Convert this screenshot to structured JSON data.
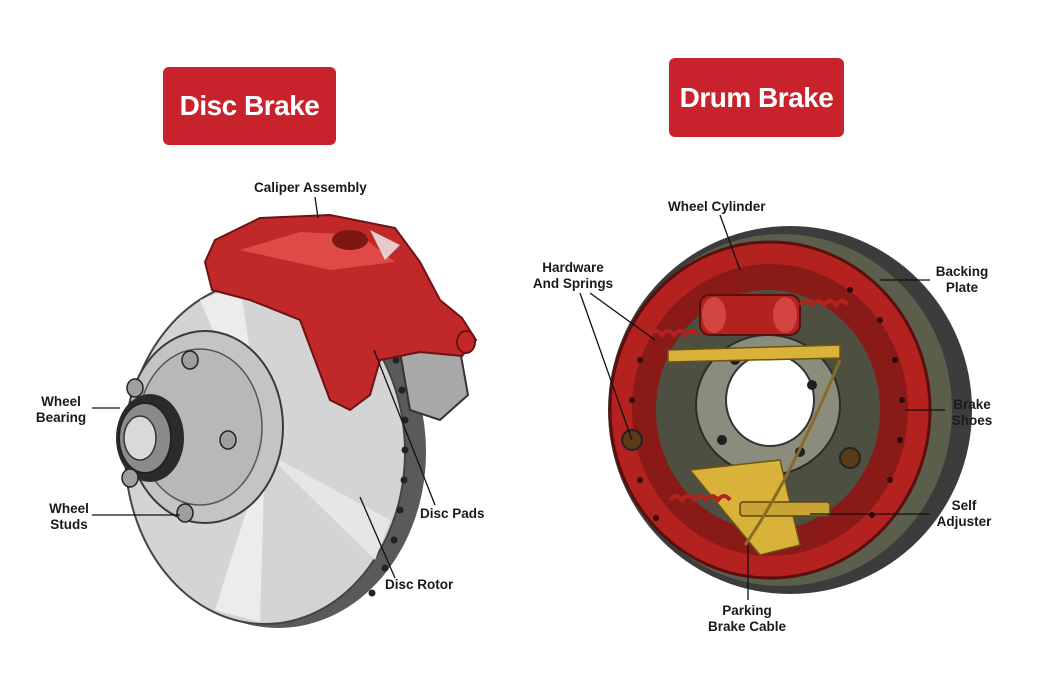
{
  "disc": {
    "title": "Disc Brake",
    "labels": {
      "caliper": "Caliper Assembly",
      "bearing_1": "Wheel",
      "bearing_2": "Bearing",
      "studs_1": "Wheel",
      "studs_2": "Studs",
      "pads": "Disc Pads",
      "rotor": "Disc Rotor"
    }
  },
  "drum": {
    "title": "Drum Brake",
    "labels": {
      "cylinder": "Wheel Cylinder",
      "hardware_1": "Hardware",
      "hardware_2": "And Springs",
      "backing_1": "Backing",
      "backing_2": "Plate",
      "shoes_1": "Brake",
      "shoes_2": "Shoes",
      "adjuster_1": "Self",
      "adjuster_2": "Adjuster",
      "cable_1": "Parking",
      "cable_2": "Brake Cable"
    }
  },
  "colors": {
    "badge": "#c8232c",
    "caliper_red": "#c0282a",
    "rotor_gray": "#cfcfcf",
    "drum_red": "#b3221f"
  }
}
